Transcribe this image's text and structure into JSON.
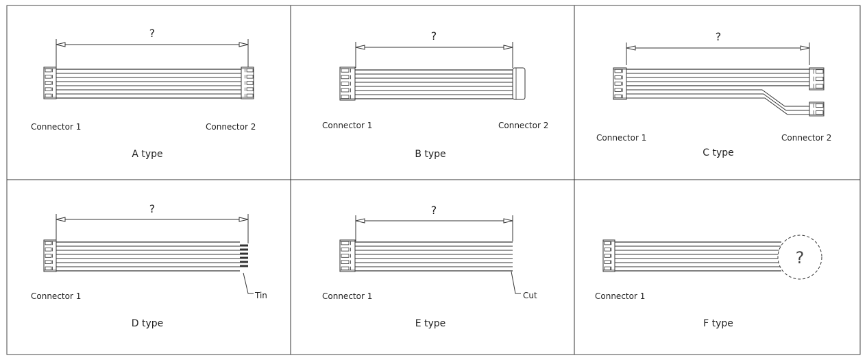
{
  "panels": [
    {
      "id": "a",
      "type_label": "A  type",
      "dimension": "?",
      "connector1": "Connector  1",
      "connector2": "Connector  2"
    },
    {
      "id": "b",
      "type_label": "B  type",
      "dimension": "?",
      "connector1": "Connector  1",
      "connector2": "Connector  2"
    },
    {
      "id": "c",
      "type_label": "C  type",
      "dimension": "?",
      "connector1": "Connector  1",
      "connector2": "Connector  2"
    },
    {
      "id": "d",
      "type_label": "D  type",
      "dimension": "?",
      "connector1": "Connector  1",
      "end_label": "Tin"
    },
    {
      "id": "e",
      "type_label": "E  type",
      "dimension": "?",
      "connector1": "Connector  1",
      "end_label": "Cut"
    },
    {
      "id": "f",
      "type_label": "F  type",
      "unknown_end": "?",
      "connector1": "Connector  1"
    }
  ],
  "colors": {
    "line": "#333333",
    "grid": "#444444",
    "background": "#ffffff"
  }
}
